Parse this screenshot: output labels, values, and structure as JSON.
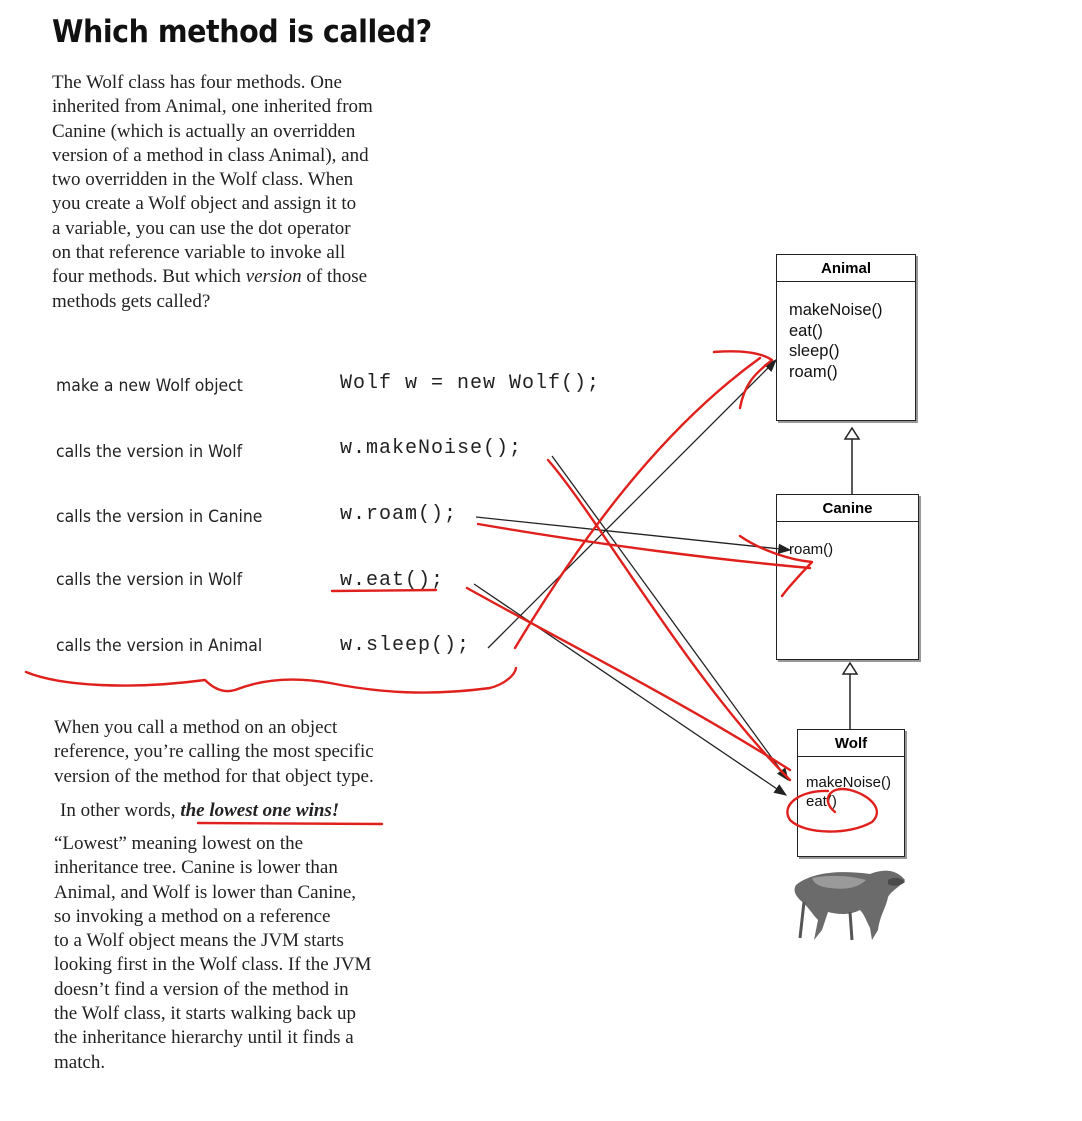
{
  "title": "Which method is called?",
  "intro": {
    "lines": [
      "The Wolf class has four methods. One",
      "inherited from Animal, one inherited from",
      "Canine (which is actually an overridden",
      "version of a method in class Animal), and",
      "two overridden in the Wolf class. When",
      "you create a Wolf object and assign it to",
      "a variable, you can use the dot operator",
      "on that reference variable to invoke all"
    ],
    "line9_pre": "four methods. But which ",
    "line9_em": "version",
    "line9_post": " of those",
    "line10": "methods gets called?"
  },
  "rows": [
    {
      "note": "make a new Wolf object",
      "code": "Wolf w = new Wolf();"
    },
    {
      "note": "calls the version in Wolf",
      "code": "w.makeNoise();"
    },
    {
      "note": "calls the version in Canine",
      "code": "w.roam();"
    },
    {
      "note": "calls the version in Wolf",
      "code": "w.eat();"
    },
    {
      "note": "calls the version in Animal",
      "code": "w.sleep();"
    }
  ],
  "explain": {
    "lines": [
      "When you call a method on an object",
      "reference, you’re calling the most specific",
      "version of the method for that object type."
    ],
    "other_pre": "In other words, ",
    "other_em": "the lowest one wins!",
    "lowest_lines": [
      "“Lowest” meaning lowest on the",
      "inheritance tree. Canine is lower than",
      "Animal, and Wolf is lower than Canine,",
      "so invoking a method on a reference",
      "to a Wolf object means the JVM starts",
      "looking first in the Wolf class. If the JVM",
      "doesn’t find a version of the method in",
      "the Wolf class, it starts walking back up",
      "the inheritance hierarchy until it finds a",
      "match."
    ]
  },
  "diagram": {
    "animal": {
      "name": "Animal",
      "methods": [
        "makeNoise()",
        "eat()",
        "sleep()",
        "roam()"
      ]
    },
    "canine": {
      "name": "Canine",
      "methods": [
        "roam()"
      ]
    },
    "wolf": {
      "name": "Wolf",
      "methods": [
        "makeNoise()",
        "eat()"
      ]
    }
  },
  "colors": {
    "annotation": "#e0201c",
    "ink": "#222222"
  }
}
